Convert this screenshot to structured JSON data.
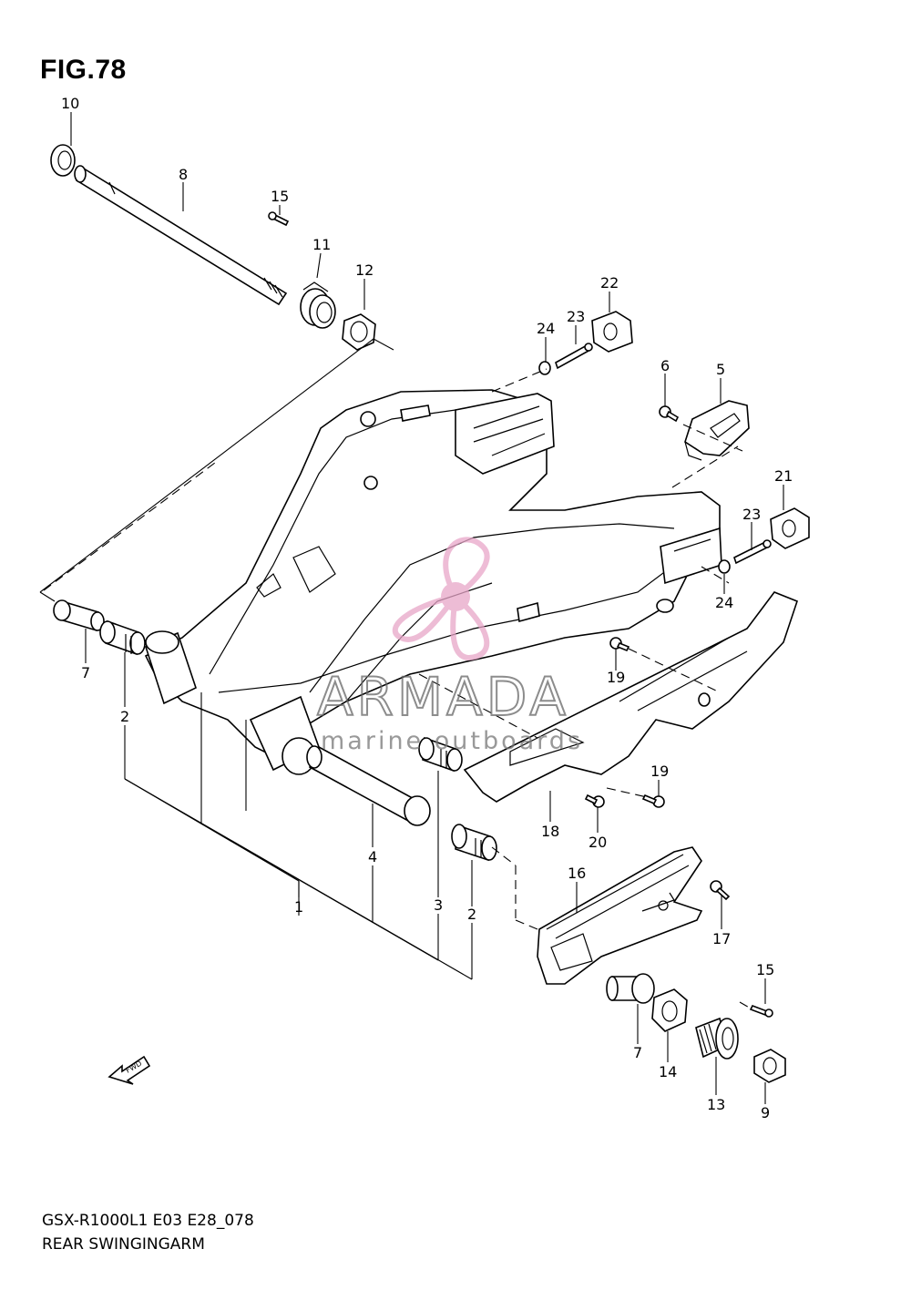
{
  "figure": {
    "title": "FIG.78"
  },
  "footer": {
    "code": "GSX-R1000L1 E03 E28_078",
    "title": "REAR SWINGINGARM"
  },
  "watermark": {
    "brand": "ARMADA",
    "tagline": "marine outboards",
    "color": "#e8a6c8"
  },
  "fwd_label": "FWD",
  "callouts": [
    {
      "id": "c10",
      "text": "10"
    },
    {
      "id": "c8",
      "text": "8"
    },
    {
      "id": "c15a",
      "text": "15"
    },
    {
      "id": "c11",
      "text": "11"
    },
    {
      "id": "c12",
      "text": "12"
    },
    {
      "id": "c22",
      "text": "22"
    },
    {
      "id": "c24a",
      "text": "24"
    },
    {
      "id": "c23a",
      "text": "23"
    },
    {
      "id": "c6",
      "text": "6"
    },
    {
      "id": "c5",
      "text": "5"
    },
    {
      "id": "c21",
      "text": "21"
    },
    {
      "id": "c23b",
      "text": "23"
    },
    {
      "id": "c24b",
      "text": "24"
    },
    {
      "id": "c7a",
      "text": "7"
    },
    {
      "id": "c2a",
      "text": "2"
    },
    {
      "id": "c19a",
      "text": "19"
    },
    {
      "id": "c19b",
      "text": "19"
    },
    {
      "id": "c18",
      "text": "18"
    },
    {
      "id": "c20",
      "text": "20"
    },
    {
      "id": "c4",
      "text": "4"
    },
    {
      "id": "c16",
      "text": "16"
    },
    {
      "id": "c1",
      "text": "1"
    },
    {
      "id": "c3",
      "text": "3"
    },
    {
      "id": "c2b",
      "text": "2"
    },
    {
      "id": "c17",
      "text": "17"
    },
    {
      "id": "c15b",
      "text": "15"
    },
    {
      "id": "c7b",
      "text": "7"
    },
    {
      "id": "c14",
      "text": "14"
    },
    {
      "id": "c13",
      "text": "13"
    },
    {
      "id": "c9",
      "text": "9"
    }
  ]
}
